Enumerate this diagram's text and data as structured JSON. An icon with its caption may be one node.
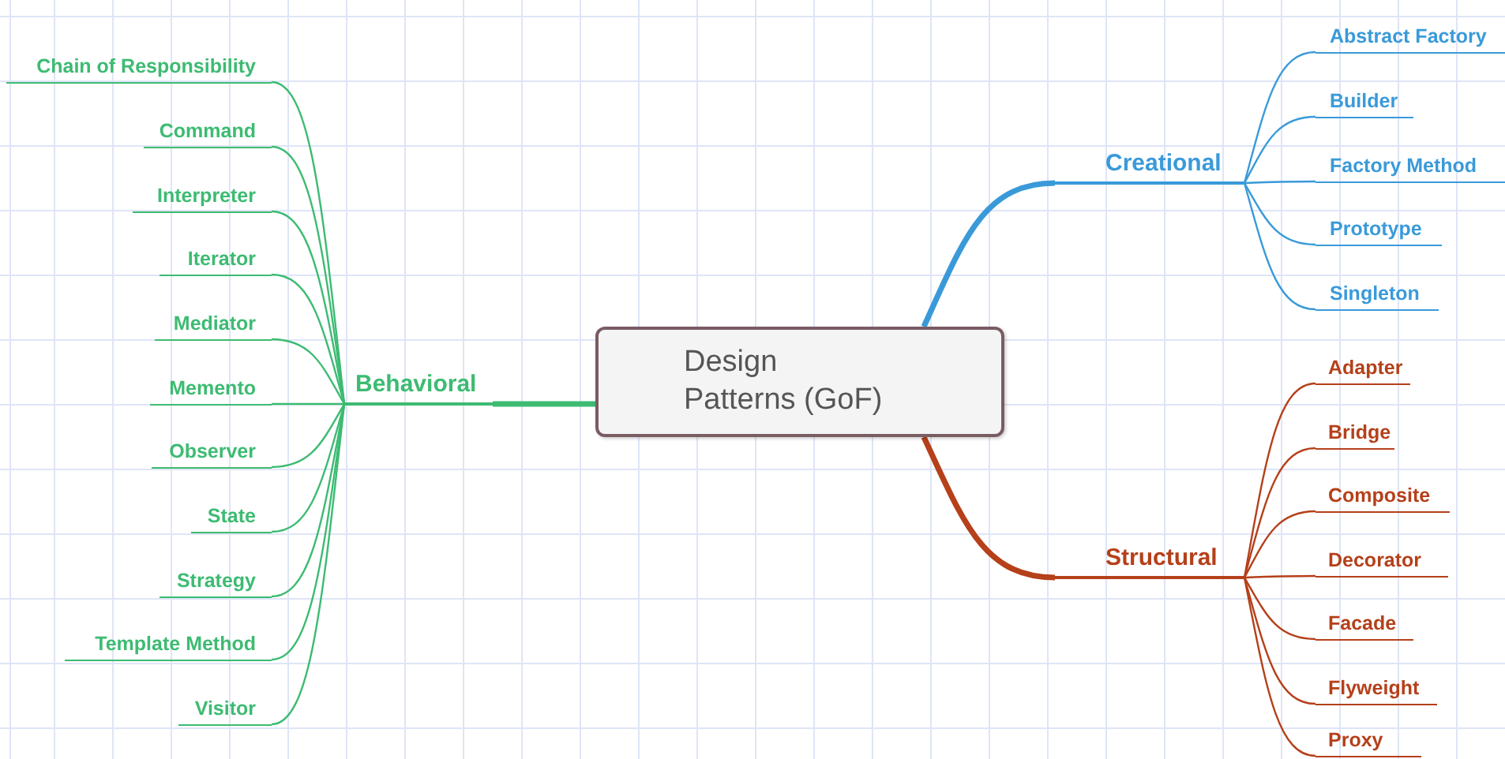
{
  "diagram": {
    "nodes": [
      {
        "text": [
          "Design Patterns (GoF)"
        ]
      },
      {
        "text": [
          "Creational"
        ]
      },
      {
        "text": [
          "Abstract Factory"
        ]
      },
      {
        "text": [
          "Builder"
        ]
      },
      {
        "text": [
          "Factory Method"
        ]
      },
      {
        "text": [
          "Prototype"
        ]
      },
      {
        "text": [
          "Singleton"
        ]
      },
      {
        "text": [
          "Structural"
        ]
      },
      {
        "text": [
          "Adapter"
        ]
      },
      {
        "text": [
          "Bridge"
        ]
      },
      {
        "text": [
          "Composite"
        ]
      },
      {
        "text": [
          "Decorator"
        ]
      },
      {
        "text": [
          "Facade"
        ]
      },
      {
        "text": [
          "Flyweight"
        ]
      },
      {
        "text": [
          "Proxy"
        ]
      },
      {
        "text": [
          "Behavioral"
        ]
      },
      {
        "text": [
          "Chain of Responsibility"
        ]
      },
      {
        "text": [
          "Command"
        ]
      },
      {
        "text": [
          "Interpreter"
        ]
      },
      {
        "text": [
          "Iterator"
        ]
      },
      {
        "text": [
          "Mediator"
        ]
      },
      {
        "text": [
          "Memento"
        ]
      },
      {
        "text": [
          "Observer"
        ]
      },
      {
        "text": [
          "State"
        ]
      },
      {
        "text": [
          "Strategy"
        ]
      },
      {
        "text": [
          "Template Method"
        ]
      },
      {
        "text": [
          "Visitor"
        ]
      }
    ],
    "edges": [
      {
        "from": 0,
        "to": 1,
        "arrow": "none",
        "style": "thick",
        "color": "#3a9ad9"
      },
      {
        "from": 1,
        "to": 2,
        "arrow": "none",
        "color": "#3a9ad9"
      },
      {
        "from": 1,
        "to": 3,
        "arrow": "none",
        "color": "#3a9ad9"
      },
      {
        "from": 1,
        "to": 4,
        "arrow": "none",
        "color": "#3a9ad9"
      },
      {
        "from": 1,
        "to": 5,
        "arrow": "none",
        "color": "#3a9ad9"
      },
      {
        "from": 1,
        "to": 6,
        "arrow": "none",
        "color": "#3a9ad9"
      },
      {
        "from": 0,
        "to": 7,
        "arrow": "none",
        "style": "thick",
        "color": "#b5401a"
      },
      {
        "from": 7,
        "to": 8,
        "arrow": "none",
        "color": "#b5401a"
      },
      {
        "from": 7,
        "to": 9,
        "arrow": "none",
        "color": "#b5401a"
      },
      {
        "from": 7,
        "to": 10,
        "arrow": "none",
        "color": "#b5401a"
      },
      {
        "from": 7,
        "to": 11,
        "arrow": "none",
        "color": "#b5401a"
      },
      {
        "from": 7,
        "to": 12,
        "arrow": "none",
        "color": "#b5401a"
      },
      {
        "from": 7,
        "to": 13,
        "arrow": "none",
        "color": "#b5401a"
      },
      {
        "from": 7,
        "to": 14,
        "arrow": "none",
        "color": "#b5401a"
      },
      {
        "from": 0,
        "to": 15,
        "arrow": "none",
        "style": "thick",
        "color": "#3dbb72"
      },
      {
        "from": 15,
        "to": 16,
        "arrow": "none",
        "color": "#3dbb72"
      },
      {
        "from": 15,
        "to": 17,
        "arrow": "none",
        "color": "#3dbb72"
      },
      {
        "from": 15,
        "to": 18,
        "arrow": "none",
        "color": "#3dbb72"
      },
      {
        "from": 15,
        "to": 19,
        "arrow": "none",
        "color": "#3dbb72"
      },
      {
        "from": 15,
        "to": 20,
        "arrow": "none",
        "color": "#3dbb72"
      },
      {
        "from": 15,
        "to": 21,
        "arrow": "none",
        "color": "#3dbb72"
      },
      {
        "from": 15,
        "to": 22,
        "arrow": "none",
        "color": "#3dbb72"
      },
      {
        "from": 15,
        "to": 23,
        "arrow": "none",
        "color": "#3dbb72"
      },
      {
        "from": 15,
        "to": 24,
        "arrow": "none",
        "color": "#3dbb72"
      },
      {
        "from": 15,
        "to": 25,
        "arrow": "none",
        "color": "#3dbb72"
      },
      {
        "from": 15,
        "to": 26,
        "arrow": "none",
        "color": "#3dbb72"
      }
    ]
  }
}
